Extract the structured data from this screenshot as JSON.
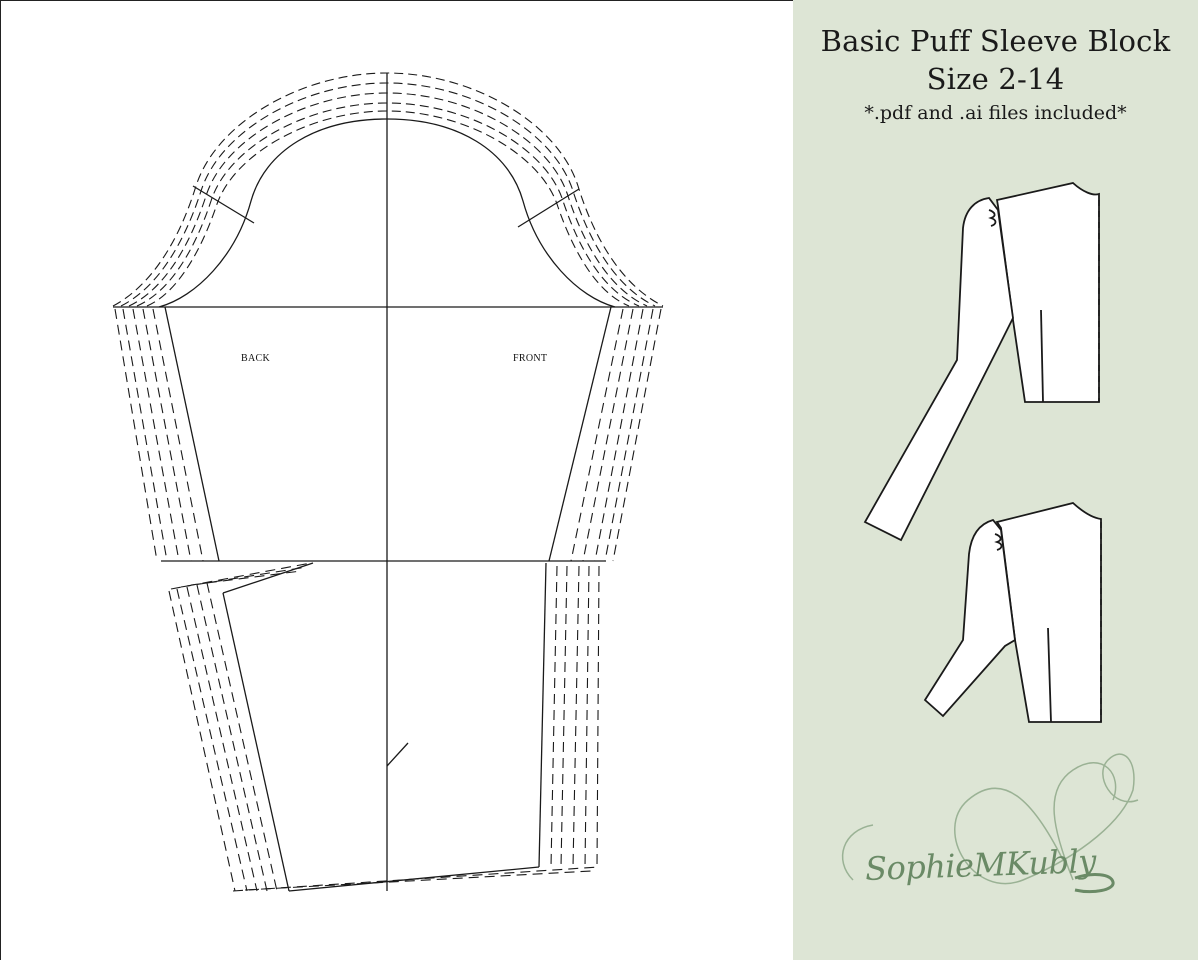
{
  "title": {
    "line1": "Basic Puff Sleeve Block",
    "line2": "Size 2-14",
    "note": "*.pdf and .ai files included*"
  },
  "pattern": {
    "back_label": "BACK",
    "front_label": "FRONT"
  },
  "brand": {
    "logo_text": "SophieMKubly",
    "logo_color": "#6a8a66"
  },
  "colors": {
    "panel_background": "#dde5d5",
    "line": "#1a1a1a"
  }
}
